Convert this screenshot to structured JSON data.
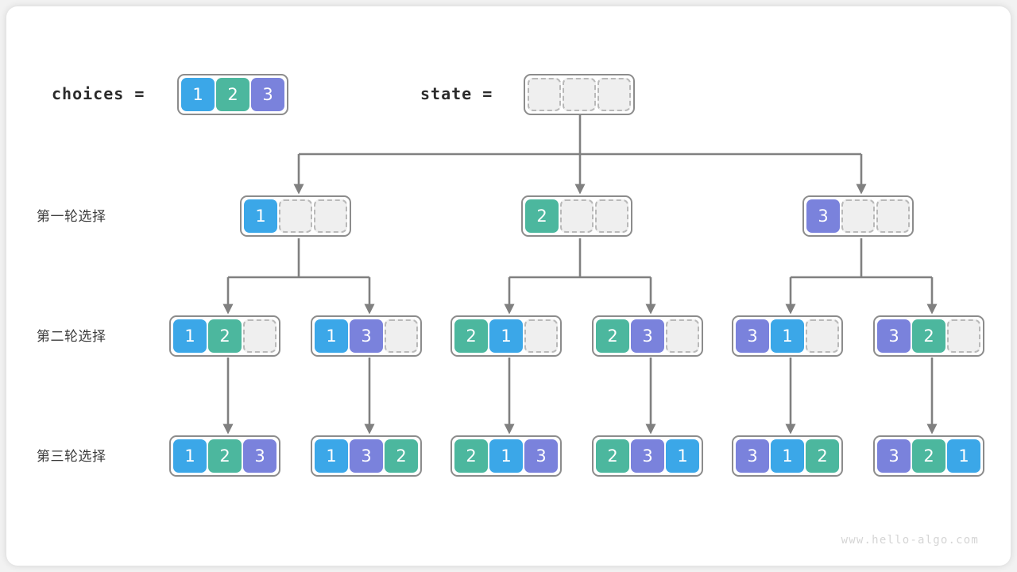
{
  "figure": {
    "watermark": "www.hello-algo.com",
    "background_color": "#f2f2f2",
    "card_color": "#ffffff",
    "edge_color": "#808080"
  },
  "palette": {
    "value_1": "#3ba7e8",
    "value_2": "#4cb79e",
    "value_3": "#7a82dc",
    "empty_fill": "#efefef",
    "empty_border": "#b9b9b9",
    "group_border": "#8c8c8c"
  },
  "header": {
    "choices_label": "choices =",
    "choices_values": [
      "1",
      "2",
      "3"
    ],
    "state_label": "state =",
    "state_values": [
      "",
      "",
      ""
    ]
  },
  "rows": [
    {
      "label": "第一轮选择"
    },
    {
      "label": "第二轮选择"
    },
    {
      "label": "第三轮选择"
    }
  ],
  "level1": [
    {
      "cells": [
        "1",
        "",
        ""
      ]
    },
    {
      "cells": [
        "2",
        "",
        ""
      ]
    },
    {
      "cells": [
        "3",
        "",
        ""
      ]
    }
  ],
  "level2": [
    {
      "cells": [
        "1",
        "2",
        ""
      ]
    },
    {
      "cells": [
        "1",
        "3",
        ""
      ]
    },
    {
      "cells": [
        "2",
        "1",
        ""
      ]
    },
    {
      "cells": [
        "2",
        "3",
        ""
      ]
    },
    {
      "cells": [
        "3",
        "1",
        ""
      ]
    },
    {
      "cells": [
        "3",
        "2",
        ""
      ]
    }
  ],
  "level3": [
    {
      "cells": [
        "1",
        "2",
        "3"
      ]
    },
    {
      "cells": [
        "1",
        "3",
        "2"
      ]
    },
    {
      "cells": [
        "2",
        "1",
        "3"
      ]
    },
    {
      "cells": [
        "2",
        "3",
        "1"
      ]
    },
    {
      "cells": [
        "3",
        "1",
        "2"
      ]
    },
    {
      "cells": [
        "3",
        "2",
        "1"
      ]
    }
  ]
}
